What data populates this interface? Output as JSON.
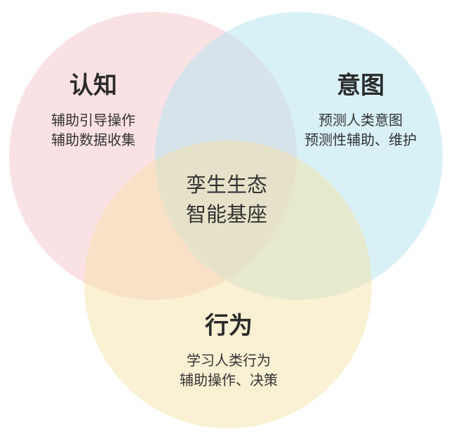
{
  "circles": {
    "cognition": {
      "title": "认知",
      "lines": [
        "辅助引导操作",
        "辅助数据收集"
      ],
      "color": "#f4b8bf"
    },
    "intention": {
      "title": "意图",
      "lines": [
        "预测人类意图",
        "预测性辅助、维护"
      ],
      "color": "#b8e6ee"
    },
    "behavior": {
      "title": "行为",
      "lines": [
        "学习人类行为",
        "辅助操作、决策"
      ],
      "color": "#f6e2a8"
    }
  },
  "center": {
    "lines": [
      "孪生生态",
      "智能基座"
    ]
  }
}
